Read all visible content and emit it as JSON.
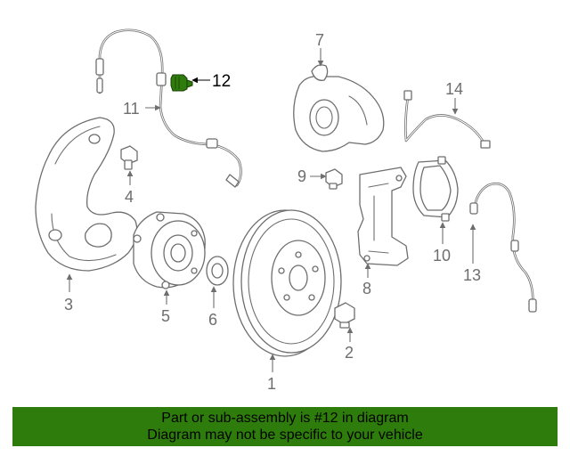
{
  "callouts": {
    "c1": "1",
    "c2": "2",
    "c3": "3",
    "c4": "4",
    "c5": "5",
    "c6": "6",
    "c7": "7",
    "c8": "8",
    "c9": "9",
    "c10": "10",
    "c11": "11",
    "c12": "12",
    "c13": "13",
    "c14": "14"
  },
  "highlight_color": "#2e7d0c",
  "banner": {
    "line1": "Part or sub-assembly is #12 in diagram",
    "line2": "Diagram may not be specific to your vehicle"
  }
}
